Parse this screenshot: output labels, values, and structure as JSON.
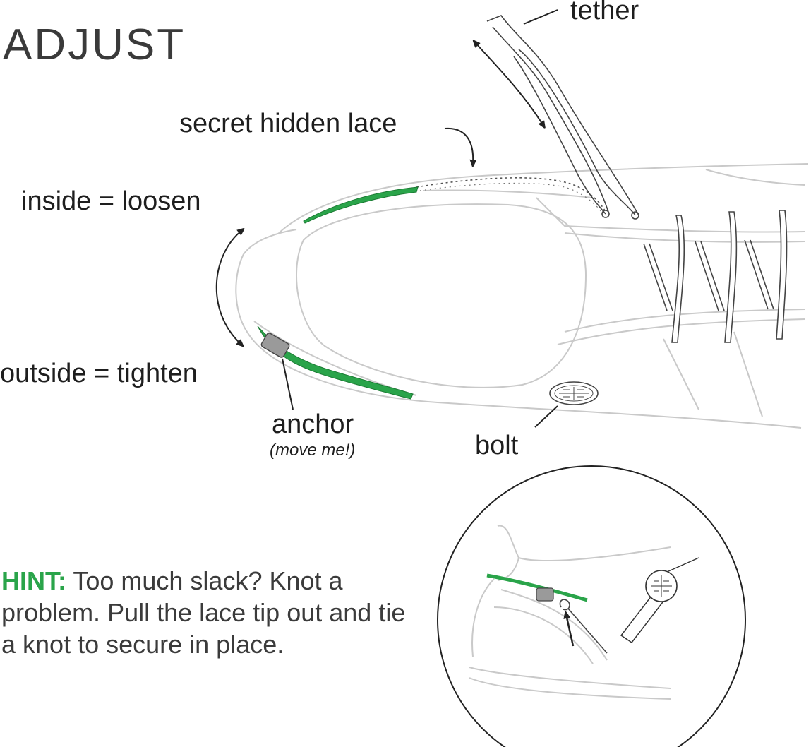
{
  "title": "ADJUST",
  "labels": {
    "tether": "tether",
    "secret_hidden_lace": "secret hidden lace",
    "inside": "inside = loosen",
    "outside": "outside = tighten",
    "anchor": "anchor",
    "anchor_note": "(move me!)",
    "bolt": "bolt"
  },
  "hint": {
    "lead": "HINT:",
    "text": " Too much slack? Knot a problem. Pull the lace tip out and tie a knot to secure in place."
  },
  "colors": {
    "lace_green": "#2aa44a",
    "outline": "#c8c8c8",
    "ink": "#222222"
  },
  "icons": [
    "shoe-illustration",
    "bolt-logo-icon",
    "curved-arrow-icon",
    "double-arrow-icon",
    "detail-inset-circle"
  ]
}
